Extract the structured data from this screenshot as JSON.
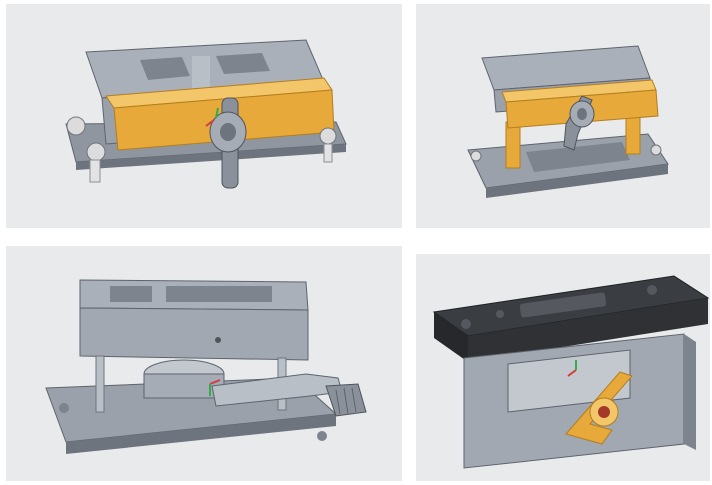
{
  "panels": [
    {
      "id": "p1",
      "view": "top"
    },
    {
      "id": "p2",
      "view": "raised"
    },
    {
      "id": "p3",
      "view": "lever"
    },
    {
      "id": "p4",
      "view": "inverted"
    }
  ],
  "colors": {
    "background": "#e9eaec",
    "gray_body": "#9aa1ab",
    "gray_light": "#b9bfc7",
    "gray_dark": "#6e747d",
    "gold": "#e6a93a",
    "gold_light": "#f3c66a",
    "black_plate": "#2f3135",
    "screw": "#dcdcdc"
  }
}
